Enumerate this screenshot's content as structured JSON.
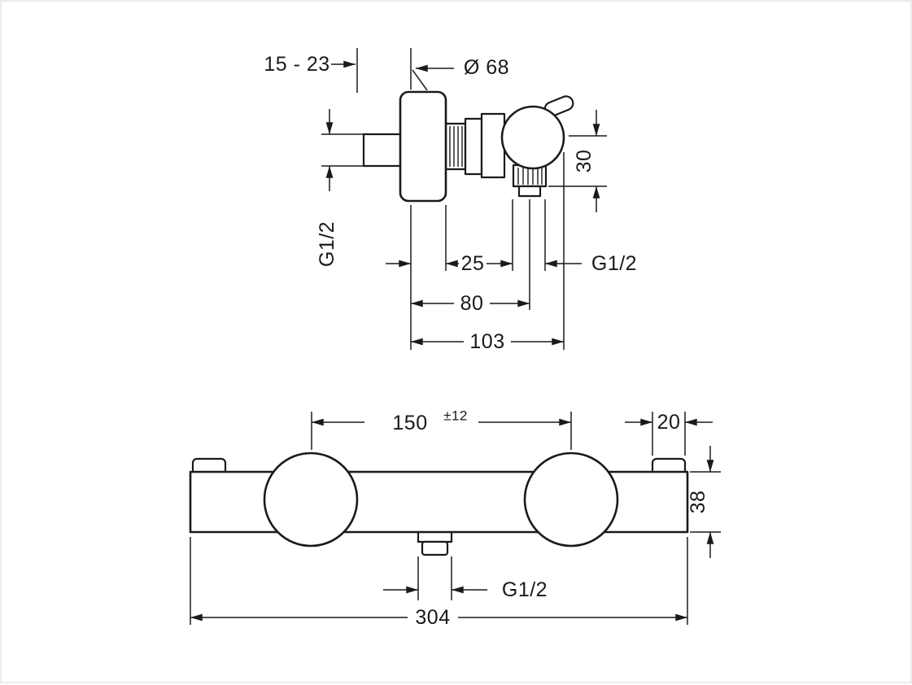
{
  "page": {
    "background_color": "#ffffff",
    "line_color": "#1a1a1a",
    "border_color": "#ececec"
  },
  "side_view": {
    "dim_wall_depth_range": "15 - 23",
    "dim_escutcheon_diameter": "Ø 68",
    "dim_outlet_drop": "30",
    "label_inlet_thread": "G1/2",
    "dim_escutcheon_depth": "25",
    "label_outlet_thread": "G1/2",
    "dim_outlet_depth": "80",
    "dim_total_depth": "103"
  },
  "front_view": {
    "dim_inlet_spacing": "150",
    "dim_inlet_spacing_tolerance": "±12",
    "dim_bracket_width": "20",
    "dim_body_height": "38",
    "label_outlet_thread": "G1/2",
    "dim_overall_width": "304"
  }
}
